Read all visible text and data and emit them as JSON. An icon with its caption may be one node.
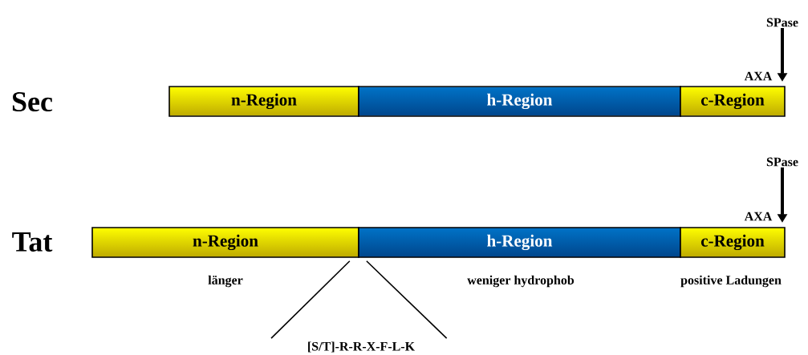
{
  "diagram": {
    "nodes": [
      {
        "text": [
          "SPase"
        ]
      },
      {
        "text": [
          "n-Region"
        ]
      },
      {
        "text": [
          "h-Region"
        ]
      },
      {
        "text": [
          "c-Region"
        ]
      },
      {
        "text": [
          "SPase"
        ]
      },
      {
        "text": [
          "n-Region"
        ],
        "beside": [
          "länger"
        ]
      },
      {
        "text": [
          "h-Region"
        ],
        "beside": [
          "weniger hydrophob"
        ]
      },
      {
        "text": [
          "c-Region"
        ],
        "beside": [
          "positive Ladungen"
        ]
      },
      {
        "text": [
          "[S/T]-R-R-X-F-L-K"
        ]
      }
    ],
    "edges": [
      {
        "from": 0,
        "to": 3,
        "arrow": "to",
        "style": "thick"
      },
      {
        "from": 4,
        "to": 7,
        "arrow": "to",
        "style": "thick"
      },
      {
        "from": 8,
        "to": 5,
        "arrow": "none"
      },
      {
        "from": 8,
        "to": 6,
        "arrow": "none"
      }
    ],
    "labels": [
      "Sec",
      "AXA",
      "Tat",
      "AXA"
    ]
  }
}
